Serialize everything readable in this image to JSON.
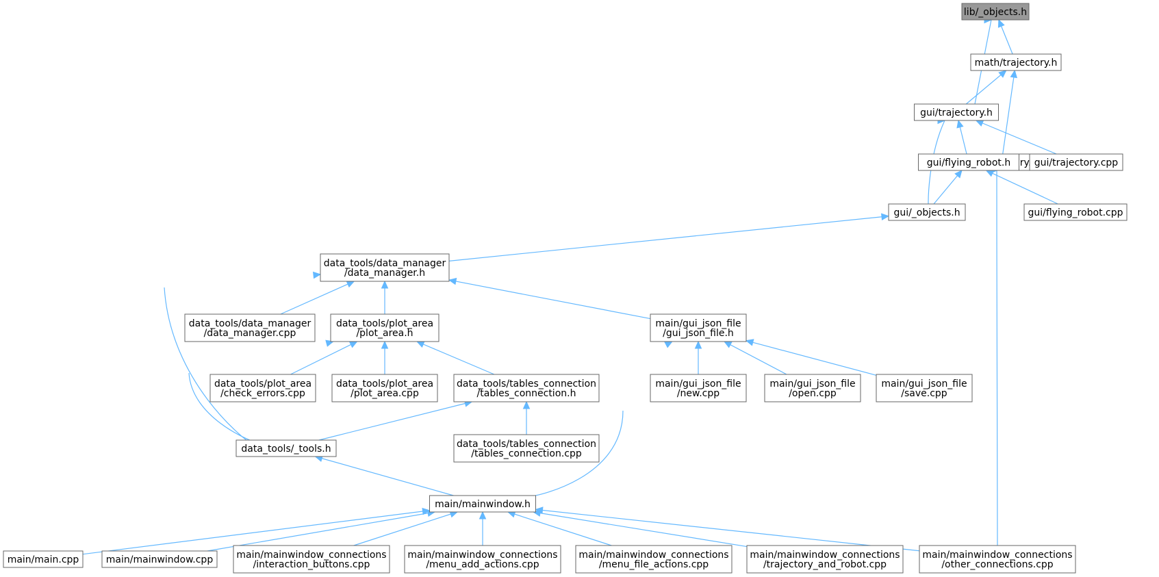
{
  "graph": {
    "nodes": [
      {
        "id": "lib_objects_h",
        "lines": [
          "lib/_objects.h"
        ],
        "root": true
      },
      {
        "id": "math_trajectory_h",
        "lines": [
          "math/trajectory.h"
        ]
      },
      {
        "id": "gui_trajectory_h",
        "lines": [
          "gui/trajectory.h"
        ]
      },
      {
        "id": "math_trajectory_cpp",
        "lines": [
          "math/trajectory.cpp"
        ]
      },
      {
        "id": "gui_flying_robot_h",
        "lines": [
          "gui/flying_robot.h"
        ]
      },
      {
        "id": "gui_trajectory_cpp",
        "lines": [
          "gui/trajectory.cpp"
        ]
      },
      {
        "id": "gui_objects_h",
        "lines": [
          "gui/_objects.h"
        ]
      },
      {
        "id": "gui_flying_robot_cpp",
        "lines": [
          "gui/flying_robot.cpp"
        ]
      },
      {
        "id": "data_manager_h",
        "lines": [
          "data_tools/data_manager",
          "/data_manager.h"
        ]
      },
      {
        "id": "data_manager_cpp",
        "lines": [
          "data_tools/data_manager",
          "/data_manager.cpp"
        ]
      },
      {
        "id": "plot_area_h",
        "lines": [
          "data_tools/plot_area",
          "/plot_area.h"
        ]
      },
      {
        "id": "gui_json_file_h",
        "lines": [
          "main/gui_json_file",
          "/gui_json_file.h"
        ]
      },
      {
        "id": "check_errors_cpp",
        "lines": [
          "data_tools/plot_area",
          "/check_errors.cpp"
        ]
      },
      {
        "id": "plot_area_cpp",
        "lines": [
          "data_tools/plot_area",
          "/plot_area.cpp"
        ]
      },
      {
        "id": "tables_connection_h",
        "lines": [
          "data_tools/tables_connection",
          "/tables_connection.h"
        ]
      },
      {
        "id": "json_new_cpp",
        "lines": [
          "main/gui_json_file",
          "/new.cpp"
        ]
      },
      {
        "id": "json_open_cpp",
        "lines": [
          "main/gui_json_file",
          "/open.cpp"
        ]
      },
      {
        "id": "json_save_cpp",
        "lines": [
          "main/gui_json_file",
          "/save.cpp"
        ]
      },
      {
        "id": "tools_h",
        "lines": [
          "data_tools/_tools.h"
        ]
      },
      {
        "id": "tables_connection_cpp",
        "lines": [
          "data_tools/tables_connection",
          "/tables_connection.cpp"
        ]
      },
      {
        "id": "mainwindow_h",
        "lines": [
          "main/mainwindow.h"
        ]
      },
      {
        "id": "main_cpp",
        "lines": [
          "main/main.cpp"
        ]
      },
      {
        "id": "mainwindow_cpp",
        "lines": [
          "main/mainwindow.cpp"
        ]
      },
      {
        "id": "interaction_buttons_cpp",
        "lines": [
          "main/mainwindow_connections",
          "/interaction_buttons.cpp"
        ]
      },
      {
        "id": "menu_add_actions_cpp",
        "lines": [
          "main/mainwindow_connections",
          "/menu_add_actions.cpp"
        ]
      },
      {
        "id": "menu_file_actions_cpp",
        "lines": [
          "main/mainwindow_connections",
          "/menu_file_actions.cpp"
        ]
      },
      {
        "id": "trajectory_and_robot_cpp",
        "lines": [
          "main/mainwindow_connections",
          "/trajectory_and_robot.cpp"
        ]
      },
      {
        "id": "other_connections_cpp",
        "lines": [
          "main/mainwindow_connections",
          "/other_connections.cpp"
        ]
      }
    ],
    "edges": [
      [
        "lib_objects_h",
        "math_trajectory_h"
      ],
      [
        "lib_objects_h",
        "gui_trajectory_h"
      ],
      [
        "math_trajectory_h",
        "gui_trajectory_h"
      ],
      [
        "math_trajectory_h",
        "math_trajectory_cpp"
      ],
      [
        "gui_trajectory_h",
        "gui_flying_robot_h"
      ],
      [
        "gui_trajectory_h",
        "gui_trajectory_cpp"
      ],
      [
        "gui_trajectory_h",
        "gui_objects_h"
      ],
      [
        "gui_flying_robot_h",
        "gui_objects_h"
      ],
      [
        "gui_flying_robot_h",
        "gui_flying_robot_cpp"
      ],
      [
        "gui_flying_robot_h",
        "other_connections_cpp"
      ],
      [
        "gui_objects_h",
        "data_manager_h"
      ],
      [
        "data_manager_h",
        "data_manager_cpp"
      ],
      [
        "data_manager_h",
        "plot_area_h"
      ],
      [
        "data_manager_h",
        "gui_json_file_h"
      ],
      [
        "data_manager_h",
        "tools_h"
      ],
      [
        "plot_area_h",
        "check_errors_cpp"
      ],
      [
        "plot_area_h",
        "plot_area_cpp"
      ],
      [
        "plot_area_h",
        "tables_connection_h"
      ],
      [
        "plot_area_h",
        "tools_h"
      ],
      [
        "gui_json_file_h",
        "json_new_cpp"
      ],
      [
        "gui_json_file_h",
        "json_open_cpp"
      ],
      [
        "gui_json_file_h",
        "json_save_cpp"
      ],
      [
        "gui_json_file_h",
        "mainwindow_h"
      ],
      [
        "tables_connection_h",
        "tables_connection_cpp"
      ],
      [
        "tables_connection_h",
        "tools_h"
      ],
      [
        "tools_h",
        "mainwindow_h"
      ],
      [
        "mainwindow_h",
        "main_cpp"
      ],
      [
        "mainwindow_h",
        "mainwindow_cpp"
      ],
      [
        "mainwindow_h",
        "interaction_buttons_cpp"
      ],
      [
        "mainwindow_h",
        "menu_add_actions_cpp"
      ],
      [
        "mainwindow_h",
        "menu_file_actions_cpp"
      ],
      [
        "mainwindow_h",
        "trajectory_and_robot_cpp"
      ],
      [
        "mainwindow_h",
        "other_connections_cpp"
      ]
    ]
  }
}
